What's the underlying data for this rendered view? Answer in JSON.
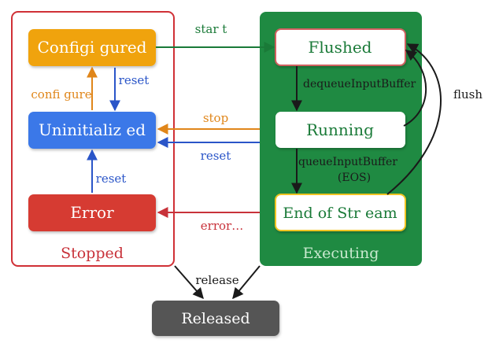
{
  "groups": {
    "stopped": "Stopped",
    "executing": "Executing"
  },
  "states": {
    "configured": "Configi gured",
    "uninitialized": "Uninitializ ed",
    "error": "Error",
    "flushed": "Flushed",
    "running": "Running",
    "end_of_stream": "End of Str eam",
    "released": "Released"
  },
  "transitions": {
    "start": "star t",
    "stop": "stop",
    "reset_main": "reset",
    "reset_configured": "reset",
    "configure": "confi gure",
    "reset_error": "reset",
    "error": "error…",
    "dequeue": "dequeueInputBuffer",
    "queue_line1": "queueInputBuffer",
    "queue_line2": "(EOS)",
    "flush": "flush",
    "release": "release"
  },
  "colors": {
    "stopped_border": "#d03036",
    "executing_bg": "#1f8a42",
    "configured": "#f0a30a",
    "uninitialized": "#3a78e8",
    "error_box": "#d63a32",
    "released": "#555555",
    "green_text": "#1a7a38",
    "orange": "#e0861a",
    "blue": "#2a55c8",
    "red": "#c8323a"
  }
}
